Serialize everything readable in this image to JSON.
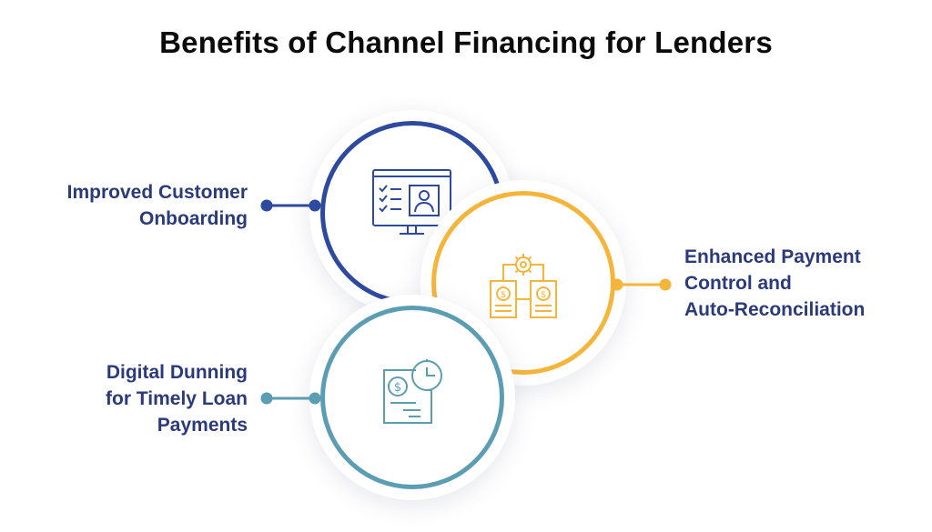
{
  "title": "Benefits of Channel Financing for Lenders",
  "colors": {
    "navy": "#2d4a9e",
    "orange": "#f5b53b",
    "teal": "#5b9db3",
    "label_text": "#2b3a7a"
  },
  "benefits": [
    {
      "lines": [
        "Improved Customer",
        "Onboarding"
      ],
      "icon": "computer-checklist-profile-icon",
      "color": "#2d4a9e"
    },
    {
      "lines": [
        "Enhanced Payment",
        "Control and",
        "Auto-Reconciliation"
      ],
      "icon": "gear-payment-documents-icon",
      "color": "#f5b53b"
    },
    {
      "lines": [
        "Digital Dunning",
        "for Timely Loan",
        "Payments"
      ],
      "icon": "invoice-clock-icon",
      "color": "#5b9db3"
    }
  ]
}
